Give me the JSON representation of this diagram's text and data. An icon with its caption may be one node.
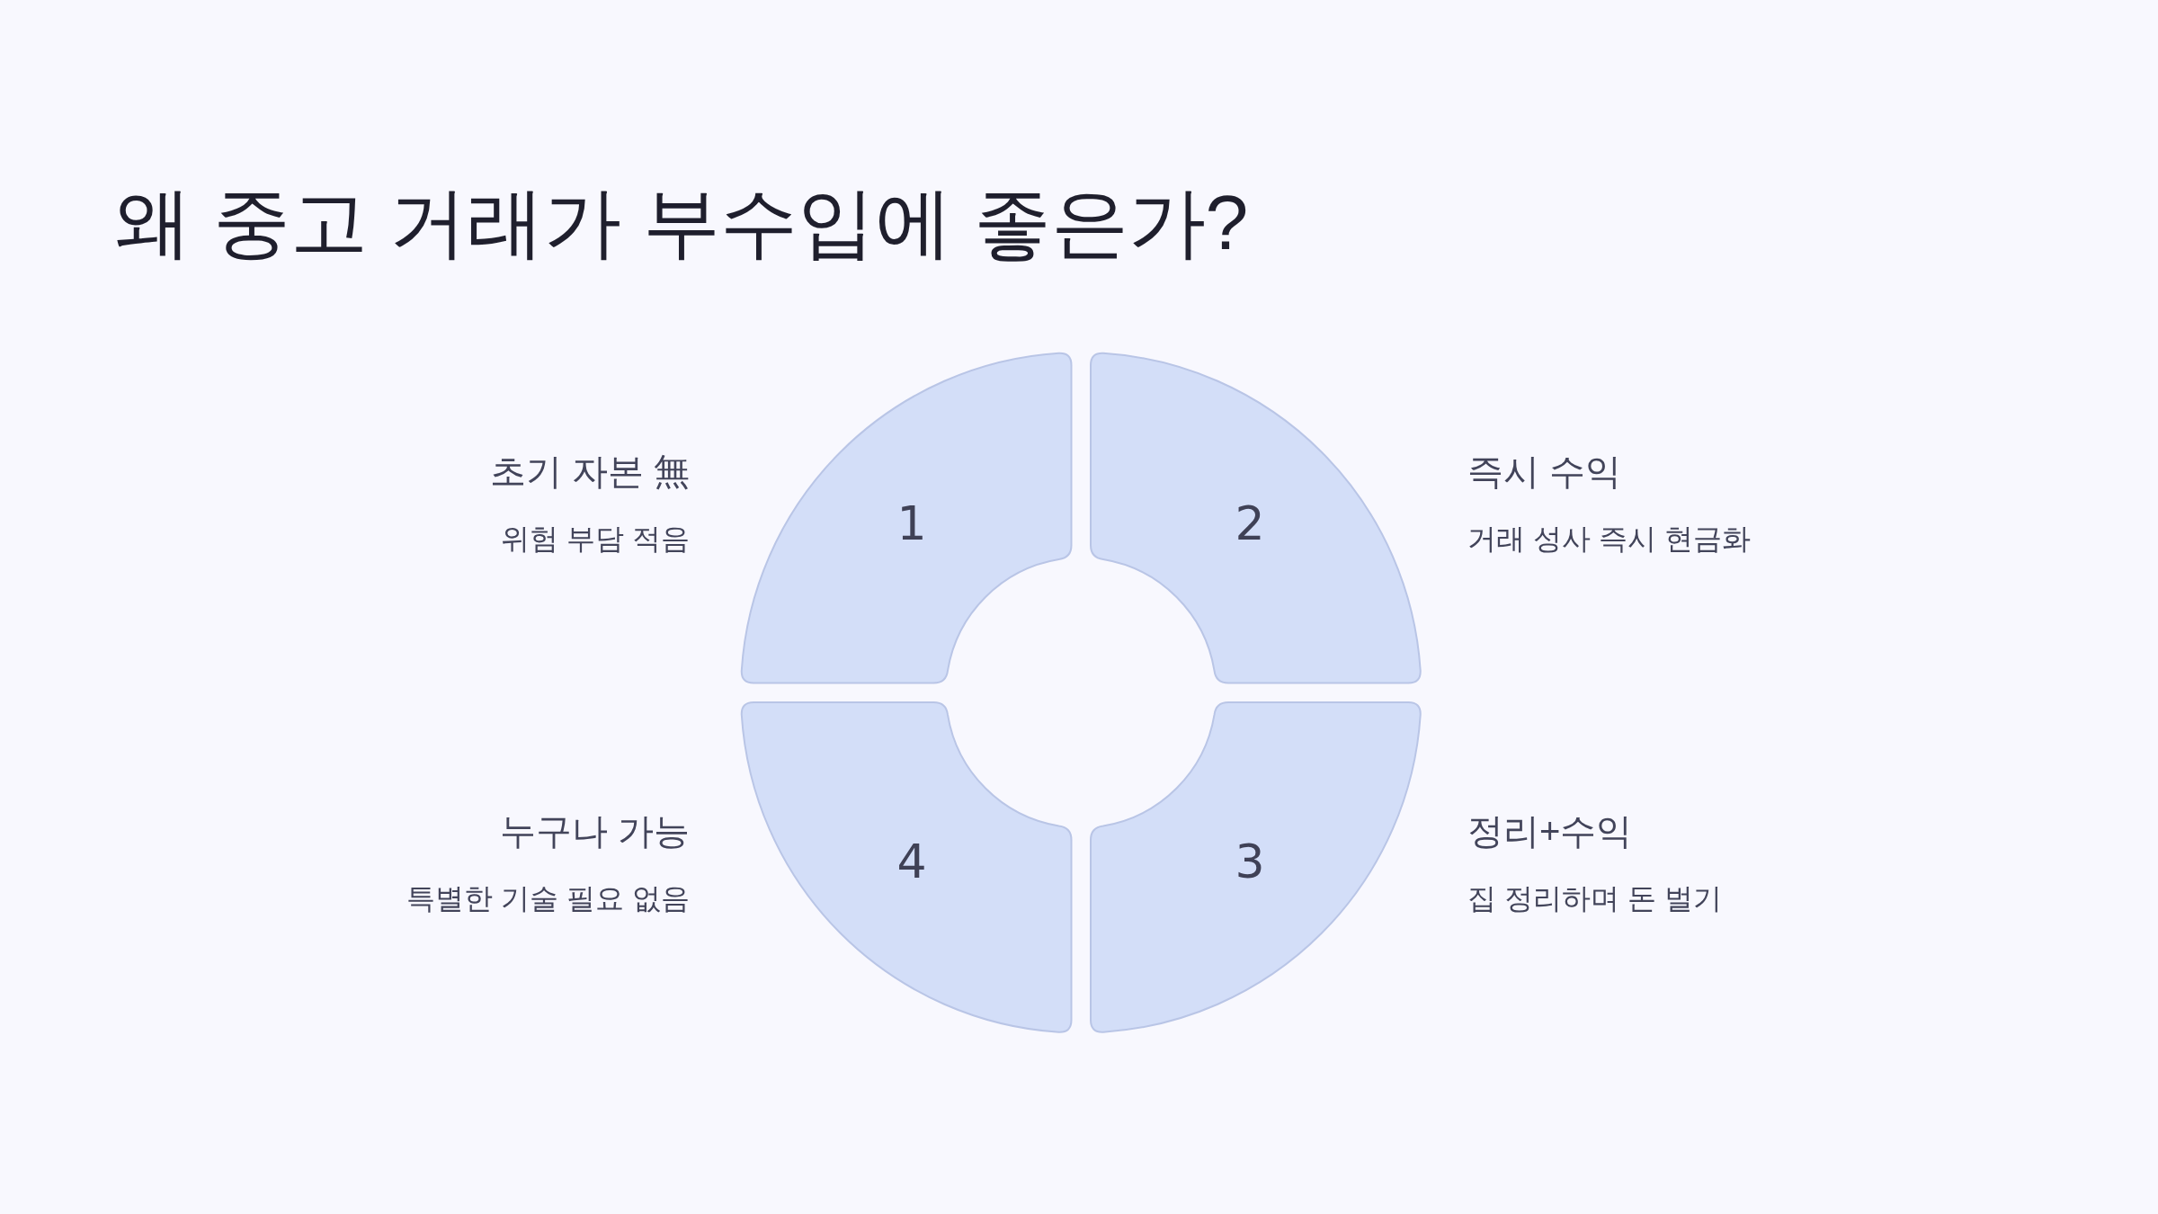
{
  "diagram": {
    "title": "왜 중고 거래가 부수입에 좋은가?",
    "nodes": [
      {
        "text": [
          "1"
        ],
        "beside": [
          "초기 자본 無",
          "위험 부담 적음"
        ]
      },
      {
        "text": [
          "2"
        ],
        "beside": [
          "즉시 수익",
          "거래 성사 즉시 현금화"
        ]
      },
      {
        "text": [
          "3"
        ],
        "beside": [
          "정리+수익",
          "집 정리하며 돈 벌기"
        ]
      },
      {
        "text": [
          "4"
        ],
        "beside": [
          "누구나 가능",
          "특별한 기술 필요 없음"
        ]
      }
    ]
  }
}
